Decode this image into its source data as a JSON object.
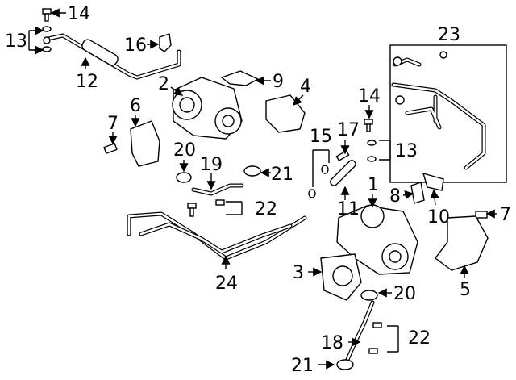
{
  "callouts": {
    "c14a": "14",
    "c13a": "13",
    "c12": "12",
    "c16": "16",
    "c2": "2",
    "c9": "9",
    "c4": "4",
    "c6": "6",
    "c7a": "7",
    "c14b": "14",
    "c23": "23",
    "c15": "15",
    "c17": "17",
    "c13b": "13",
    "c1": "1",
    "c20a": "20",
    "c19": "19",
    "c21a": "21",
    "c8": "8",
    "c10": "10",
    "c7b": "7",
    "c22a": "22",
    "c11": "11",
    "c24": "24",
    "c3": "3",
    "c5": "5",
    "c20b": "20",
    "c18": "18",
    "c22b": "22",
    "c21b": "21"
  }
}
